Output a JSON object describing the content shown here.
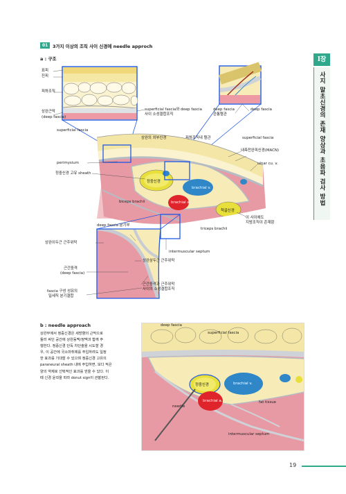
{
  "section": {
    "number": "01",
    "title": "3가지 이상의 조직 사이 신경에 needle approch"
  },
  "sub_a": "a : 구조",
  "sub_b": "b : needle approach",
  "side_tab": {
    "chapter": "I장",
    "title": "사지 말초신경의 존재 양상과 초음파 검사 방법"
  },
  "figure_a": {
    "inset_left_labels": [
      "표피",
      "진피",
      "피하조직",
      "상완근막",
      "(deep fascia)"
    ],
    "inset_left_below": "superficial fascia",
    "inset_right_label1": "deep fascia",
    "inset_right_label2": "deep fascia",
    "inset_right_label3": "관통혈관",
    "top_labels": {
      "superficial_fascia_loose": "superficial fascia와 deep fascia",
      "superficial_fascia_loose2": "사이 소성결합조직",
      "lateral_cutaneous": "상완의 외부신경",
      "subcutaneous_vessel": "피하조직내 혈관",
      "superficial_fascia": "superficial fascia",
      "macn": "내측전완피신경(MACN)",
      "ulnar_vein": "ulnar cu. v."
    },
    "left_labels": {
      "perimysium": "perimysium",
      "median_sheath": "정중신경 고유 sheath",
      "biceps": "biceps brachii",
      "triceps": "triceps brachii"
    },
    "organs": {
      "median": "정중신경",
      "brachial_v": "brachial v.",
      "brachial_a": "brachial a.",
      "ulnar_n": "척골신경"
    },
    "right_labels": {
      "ulnar_pattern1": "이 사이에도",
      "ulnar_pattern2": "지방조직이 존재함"
    },
    "inset_bottom": {
      "deep_fascia_branch": "deep fascia 분기부",
      "biceps_fascia": "상완이두근 근주위막",
      "deep_fascia_k1": "근간중격",
      "deep_fascia_k2": "(deep fascia)",
      "fascia_struct1": "fascia 구성 성유의",
      "fascia_struct2": "밀세직 분기결합",
      "intermuscular": "intermuscular septum",
      "triceps_fascia": "상완삼두근 근주위막",
      "septum_loose1": "근간중격과 근주위막",
      "septum_loose2": "사이의 소성결합조직"
    }
  },
  "body_b": [
    "상완부에서 정중신경은 세방향의 근막으로",
    "둘러 싸인 공간에 상완동맥/정맥과 함께 주",
    "행한다. 정중신경 단독 차단술을 시도할 경",
    "우, 이 공간에 국소마취제를 주입하려도 일정",
    "한 효과를 기대할 수 있으며 정중신경 고유의",
    "paraneural sheath 내에 주입하면, 보다 적은",
    "양의 약제로 선택적인 효과를 얻을 수 있다. 이",
    "때 신경 윤곽을 따라 donut sign이 관찰된다."
  ],
  "figure_b": {
    "deep_fascia": "deep fascia",
    "superficial_fascia": "superficial fascia",
    "median": "정중신경",
    "brachial_v": "brachial v.",
    "brachial_a": "brachial a.",
    "needle": "needle",
    "fat_tissue": "fat tissue",
    "intermuscular": "intermuscular septum"
  },
  "page_number": "19",
  "colors": {
    "accent": "#2fa88c",
    "skin": "#f3e6a6",
    "fat": "#f7ecb8",
    "muscle": "#e79aa4",
    "fascia": "#cfd3d8",
    "artery": "#e0242c",
    "vein": "#2f87c8",
    "nerve": "#e8df3a",
    "highlight": "#1e57e6"
  }
}
